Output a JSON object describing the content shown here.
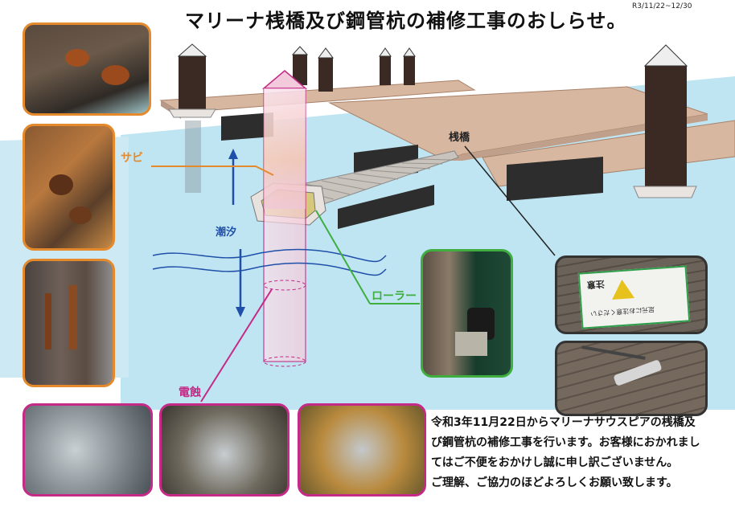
{
  "title": "マリーナ桟橋及び鋼管杭の補修工事のおしらせ。",
  "date_range": "R3/11/22~12/30",
  "labels": {
    "rust": "サビ",
    "tide": "潮汐",
    "roller": "ローラー",
    "pier": "桟橋",
    "corrosion": "電蝕"
  },
  "notice": {
    "line1": "令和3年11月22日からマリーナサウスピアの桟橋及",
    "line2": "び鋼管杭の補修工事を行います。お客様におかれまし",
    "line3": "てはご不便をおかけし誠に申し訳ございません。",
    "line4": "ご理解、ご協力のほどよろしくお願い致します。"
  },
  "sign": {
    "caution": "注意",
    "text": "足元にお注意ください"
  },
  "colors": {
    "water": "#bfe5f2",
    "rust": "#e58a2c",
    "corrosion": "#c42a86",
    "roller": "#3fae3f",
    "tide": "#1f4fa8"
  }
}
